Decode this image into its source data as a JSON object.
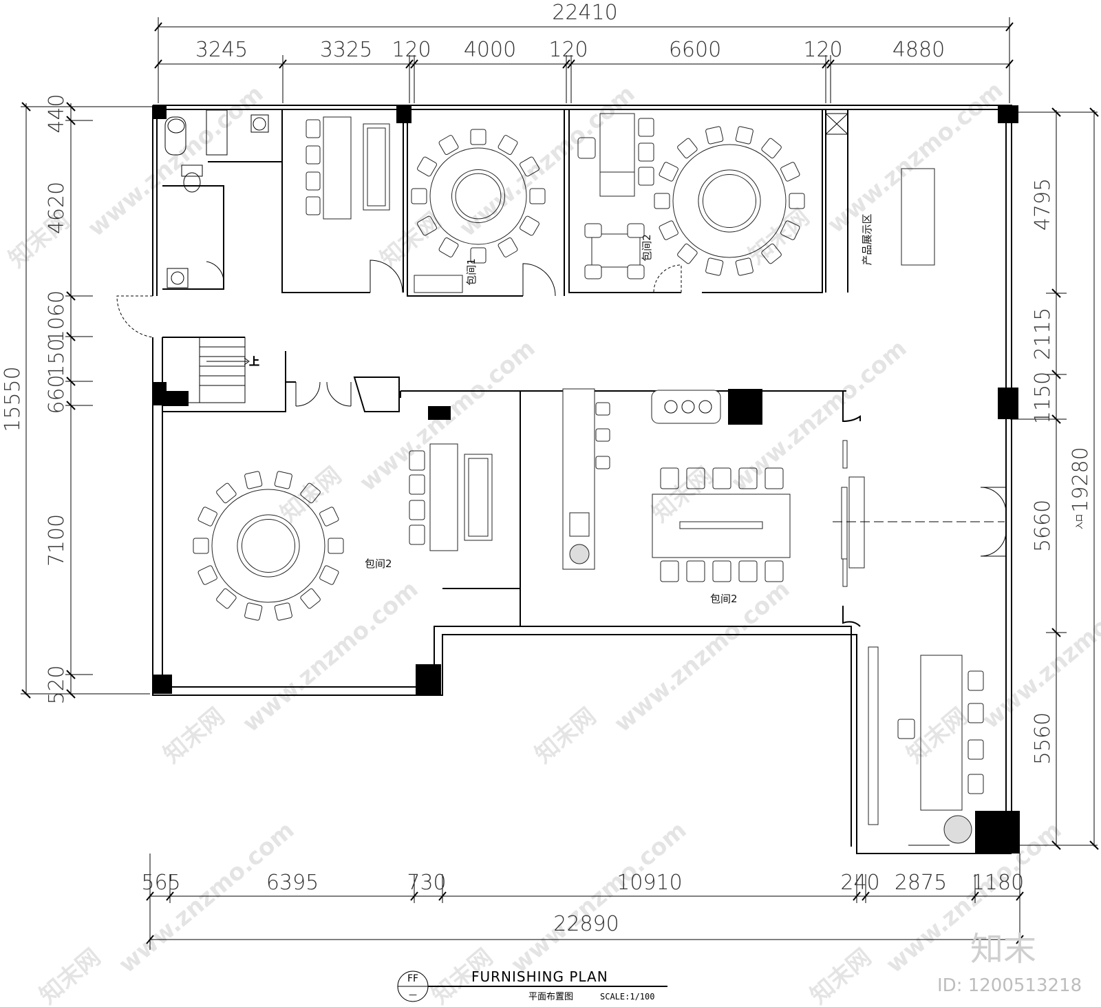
{
  "dimensions": {
    "top_total": "22410",
    "top_segments": [
      "3245",
      "3325",
      "120",
      "4000",
      "120",
      "6600",
      "120",
      "4880"
    ],
    "bottom_total": "22890",
    "bottom_segments": [
      "565",
      "6395",
      "730",
      "10910",
      "240",
      "2875",
      "1180"
    ],
    "left_total": "15550",
    "left_segments": [
      "440",
      "4620",
      "1060",
      "150",
      "660",
      "7100",
      "520"
    ],
    "right_total": "19280",
    "right_segments": [
      "4795",
      "2115",
      "1150",
      "5660",
      "5560"
    ]
  },
  "rooms": {
    "private_room_1": "包间1",
    "private_room_2_top": "包间2",
    "private_room_2_left": "包间2",
    "private_room_2_mid": "包间2",
    "product_display": "产品展示区",
    "entrance": "入口",
    "stair_up": "上"
  },
  "title_block": {
    "symbol": "FF",
    "symbol_sub": "—",
    "title": "FURNISHING PLAN",
    "subtitle_cn": "平面布置图",
    "scale": "SCALE:1/100"
  },
  "watermark": {
    "site": "www.znzmo.com",
    "brand_cn": "知末网",
    "logo": "知末",
    "id": "ID: 1200513218"
  }
}
